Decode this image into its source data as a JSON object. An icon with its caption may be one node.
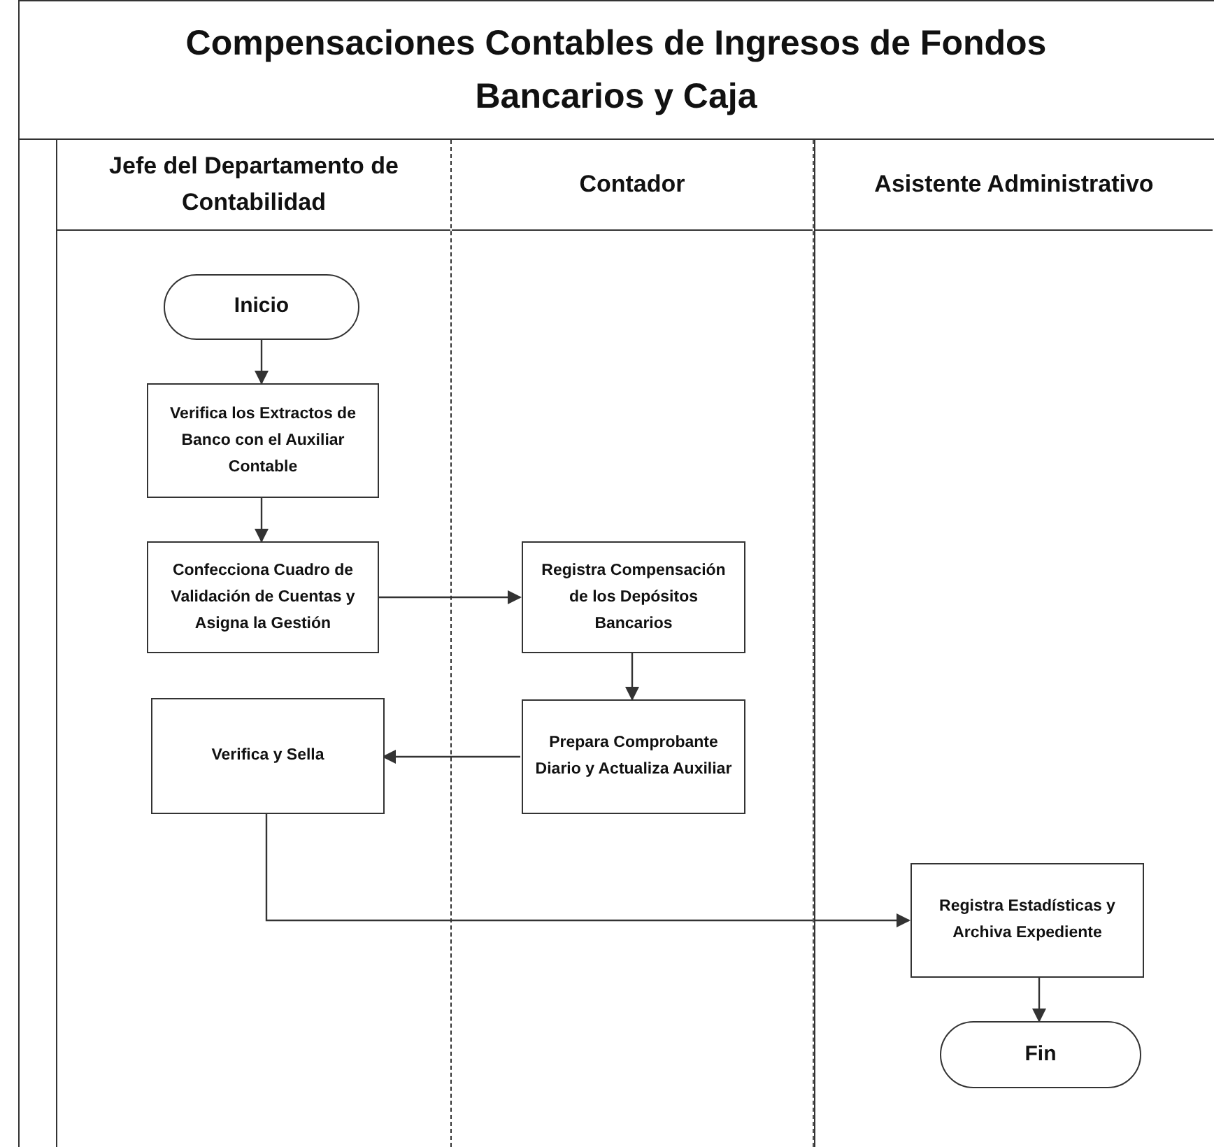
{
  "diagram": {
    "title": "Compensaciones Contables de Ingresos de Fondos Bancarios y Caja",
    "nodes": [
      {
        "text": [
          "Jefe del Departamento de Contabilidad"
        ]
      },
      {
        "text": [
          "Contador"
        ]
      },
      {
        "text": [
          "Asistente Administrativo"
        ]
      },
      {
        "text": [
          "Inicio"
        ],
        "in": 0
      },
      {
        "text": [
          "Verifica los Extractos de Banco con el Auxiliar Contable"
        ],
        "in": 0
      },
      {
        "text": [
          "Confecciona Cuadro de Validación de Cuentas y Asigna la Gestión"
        ],
        "in": 0
      },
      {
        "text": [
          "Registra Compensación de los Depósitos Bancarios"
        ],
        "in": 1
      },
      {
        "text": [
          "Prepara Comprobante Diario y Actualiza Auxiliar"
        ],
        "in": 1
      },
      {
        "text": [
          "Verifica y Sella"
        ],
        "in": 0
      },
      {
        "text": [
          "Registra Estadísticas y Archiva Expediente"
        ],
        "in": 2
      },
      {
        "text": [
          "Fin"
        ],
        "in": 2
      }
    ],
    "edges": [
      {
        "from": 3,
        "to": 4,
        "arrow": "to"
      },
      {
        "from": 4,
        "to": 5,
        "arrow": "to"
      },
      {
        "from": 5,
        "to": 6,
        "arrow": "to"
      },
      {
        "from": 6,
        "to": 7,
        "arrow": "to"
      },
      {
        "from": 7,
        "to": 8,
        "arrow": "to"
      },
      {
        "from": 8,
        "to": 9,
        "arrow": "to"
      },
      {
        "from": 9,
        "to": 10,
        "arrow": "to"
      }
    ]
  }
}
